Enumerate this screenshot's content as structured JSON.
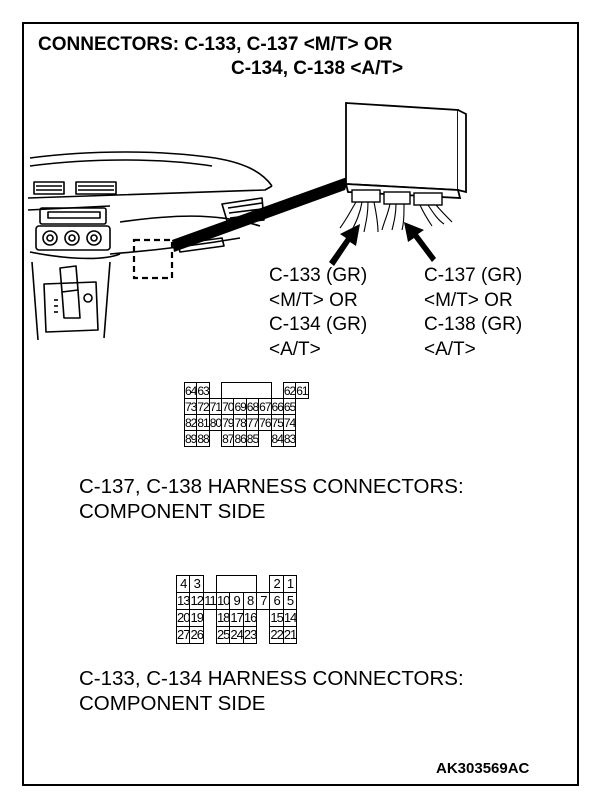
{
  "diagram": {
    "title_line1": "CONNECTORS: C-133, C-137 <M/T> OR",
    "title_line2": "C-134, C-138 <A/T>",
    "callout_left": [
      "C-133 (GR)",
      "<M/T> OR",
      "C-134 (GR)",
      "<A/T>"
    ],
    "callout_right": [
      "C-137 (GR)",
      "<M/T> OR",
      "C-138 (GR)",
      "<A/T>"
    ],
    "connector_upper": {
      "rows": [
        [
          "64",
          "63",
          "",
          "",
          "",
          "",
          "",
          "",
          "62",
          "61"
        ],
        [
          "73",
          "72",
          "71",
          "70",
          "69",
          "68",
          "67",
          "66",
          "65"
        ],
        [
          "82",
          "81",
          "80",
          "79",
          "78",
          "77",
          "76",
          "75",
          "74"
        ],
        [
          "89",
          "88",
          "",
          "87",
          "86",
          "85",
          "",
          "84",
          "83"
        ]
      ],
      "caption_line1": "C-137, C-138 HARNESS CONNECTORS:",
      "caption_line2": "COMPONENT SIDE"
    },
    "connector_lower": {
      "rows": [
        [
          "4",
          "3",
          "",
          "",
          "",
          "",
          "",
          "2",
          "1"
        ],
        [
          "13",
          "12",
          "11",
          "10",
          "9",
          "8",
          "7",
          "6",
          "5"
        ],
        [
          "20",
          "19",
          "",
          "18",
          "17",
          "16",
          "",
          "15",
          "14"
        ],
        [
          "27",
          "26",
          "",
          "25",
          "24",
          "23",
          "",
          "22",
          "21"
        ]
      ],
      "caption_line1": "C-133, C-134 HARNESS CONNECTORS:",
      "caption_line2": "COMPONENT SIDE"
    },
    "figure_code": "AK303569AC"
  }
}
